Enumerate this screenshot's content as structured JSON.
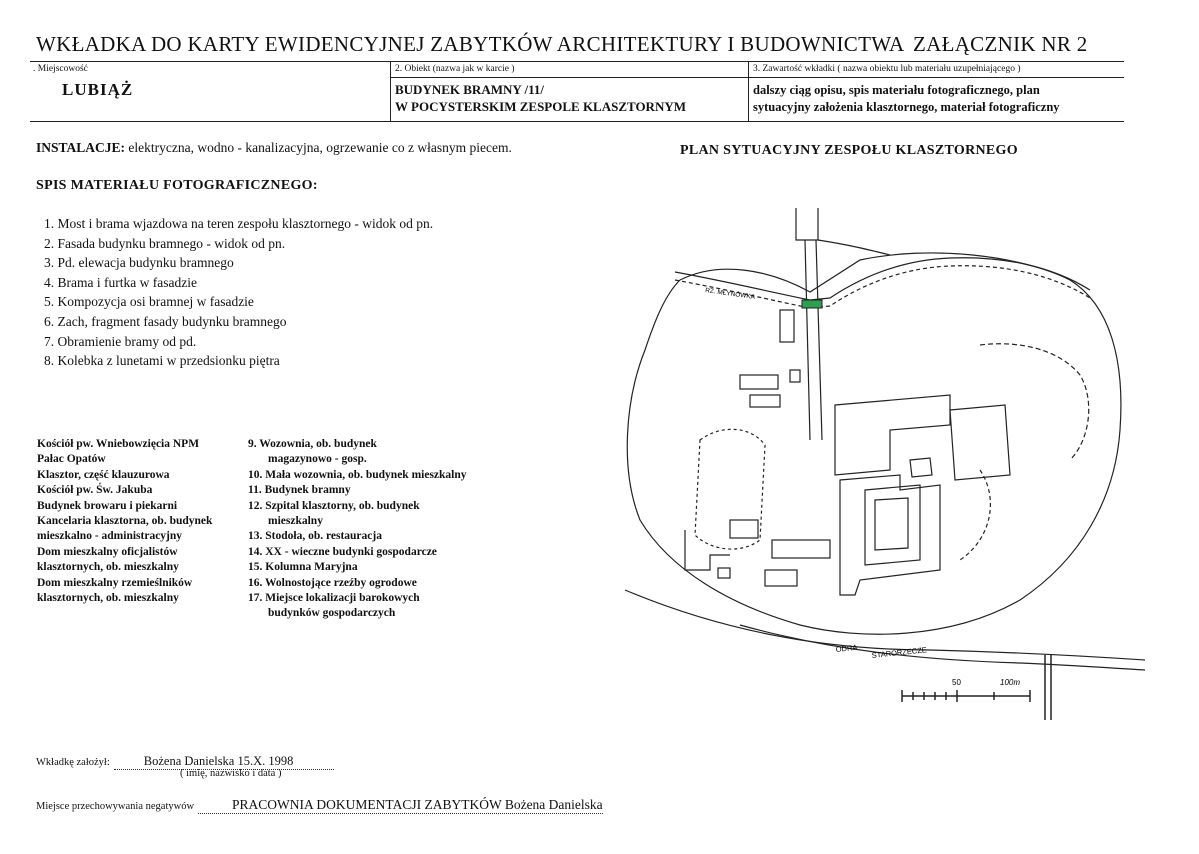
{
  "header": {
    "title": "WKŁADKA DO KARTY EWIDENCYJNEJ ZABYTKÓW ARCHITEKTURY I BUDOWNICTWA",
    "annex": "ZAŁĄCZNIK NR  2"
  },
  "boxes": {
    "locality_label": ". Miejscowość",
    "locality_value": "LUBIĄŻ",
    "object_label": "2. Obiekt (nazwa jak w karcie )",
    "object_line1": "BUDYNEK BRAMNY /11/",
    "object_line2": "W POCYSTERSKIM ZESPOLE KLASZTORNYM",
    "content_label": "3. Zawartość wkładki ( nazwa obiektu lub materiału uzupełniającego )",
    "content_line1": "dalszy ciąg opisu, spis materiału fotograficznego, plan",
    "content_line2": "sytuacyjny założenia klasztornego, materiał fotograficzny"
  },
  "installations": {
    "label": "INSTALACJE:",
    "text": " elektryczna, wodno - kanalizacyjna, ogrzewanie co z własnym piecem."
  },
  "plan": {
    "title": "PLAN SYTUACYJNY ZESPOŁU KLASZTORNEGO",
    "river_label": "ODRA",
    "oxbow_label": "STARORZECZE",
    "stream_label": "RZ. MŁYNÓWKA",
    "scale_mid": "50",
    "scale_end": "100m"
  },
  "photos": {
    "heading": "SPIS MATERIAŁU FOTOGRAFICZNEGO:",
    "items": [
      "1. Most i brama wjazdowa na teren zespołu klasztornego - widok od pn.",
      "2. Fasada budynku bramnego - widok od pn.",
      "3. Pd. elewacja budynku bramnego",
      "4. Brama i furtka w fasadzie",
      "5. Kompozycja osi bramnej w fasadzie",
      "6. Zach, fragment fasady budynku bramnego",
      "7. Obramienie bramy od pd.",
      "8. Kolebka z lunetami w przedsionku piętra"
    ]
  },
  "legend": {
    "col1": [
      "Kościół pw. Wniebowzięcia NPM",
      "Pałac Opatów",
      "Klasztor, część klauzurowa",
      "Kościół pw. Św. Jakuba",
      "Budynek browaru i piekarni",
      "Kancelaria klasztorna, ob. budynek",
      "mieszkalno - administracyjny",
      "Dom mieszkalny oficjalistów",
      "klasztornych,  ob. mieszkalny",
      "Dom mieszkalny rzemieślników",
      "klasztornych,  ob. mieszkalny"
    ],
    "col2": [
      "9. Wozownia, ob. budynek",
      "magazynowo - gosp.",
      "10. Mała wozownia, ob. budynek mieszkalny",
      "11. Budynek bramny",
      "12. Szpital klasztorny, ob. budynek",
      "mieszkalny",
      "13. Stodoła, ob. restauracja",
      "14. XX - wieczne budynki gospodarcze",
      "15. Kolumna Maryjna",
      "16. Wolnostojące rzeźby ogrodowe",
      "17. Miejsce lokalizacji  barokowych",
      "budynków    gospodarczych"
    ]
  },
  "footer": {
    "author_label": "Wkładkę założył:",
    "author_value": "Bożena Danielska  15.X. 1998",
    "author_hint": "( imię, nazwisko i data )",
    "negatives_label": "Miejsce przechowywania negatywów",
    "negatives_value": "PRACOWNIA DOKUMENTACJI ZABYTKÓW Bożena Danielska"
  },
  "colors": {
    "ink": "#111111",
    "highlight_building": "#2e9e4f"
  }
}
